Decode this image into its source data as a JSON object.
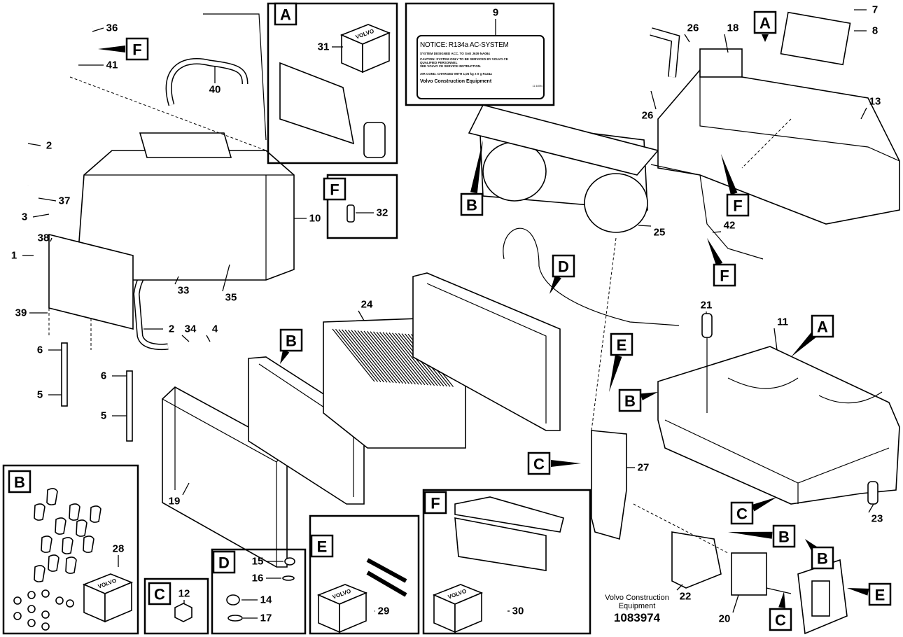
{
  "diagram": {
    "callouts": [
      "36",
      "41",
      "2",
      "37",
      "3",
      "38",
      "1",
      "39",
      "6",
      "5",
      "33",
      "35",
      "2",
      "34",
      "4",
      "6",
      "5",
      "40",
      "10",
      "31",
      "32",
      "9",
      "26",
      "18",
      "7",
      "8",
      "26",
      "13",
      "25",
      "42",
      "24",
      "21",
      "11",
      "27",
      "23",
      "22",
      "20",
      "19",
      "28",
      "12",
      "15",
      "16",
      "14",
      "17",
      "29",
      "30"
    ],
    "group_letters": [
      "F",
      "A",
      "F",
      "B",
      "D",
      "F",
      "B",
      "E",
      "A",
      "B",
      "C",
      "C",
      "B",
      "B",
      "E",
      "C",
      "A",
      "E"
    ],
    "insets": [
      {
        "letter": "A"
      },
      {
        "letter": "F"
      },
      {
        "letter": "B"
      },
      {
        "letter": "C"
      },
      {
        "letter": "D"
      },
      {
        "letter": "E"
      },
      {
        "letter": "F"
      }
    ],
    "notice": {
      "title": "NOTICE: R134a AC-SYSTEM",
      "line1": "SYSTEM DESIGNED ACC. TO SAE J639 NA084",
      "line2": "CAUTION: SYSTEM ONLY TO BE SERVICED BY VOLVO CE",
      "line3": "QUALIFIED PERSONNEL",
      "line4": "SEE VOLVO CE SERVICE INSTRUCTION.",
      "line5": "AIR COND. CHARGED WITH 1,05 kg ± 0 g R134a",
      "brand": "Volvo Construction Equipment",
      "code": "11 44094"
    },
    "box_brand": "VOLVO",
    "footer": {
      "company_line1": "Volvo Construction",
      "company_line2": "Equipment",
      "drawing_number": "1083974"
    }
  }
}
